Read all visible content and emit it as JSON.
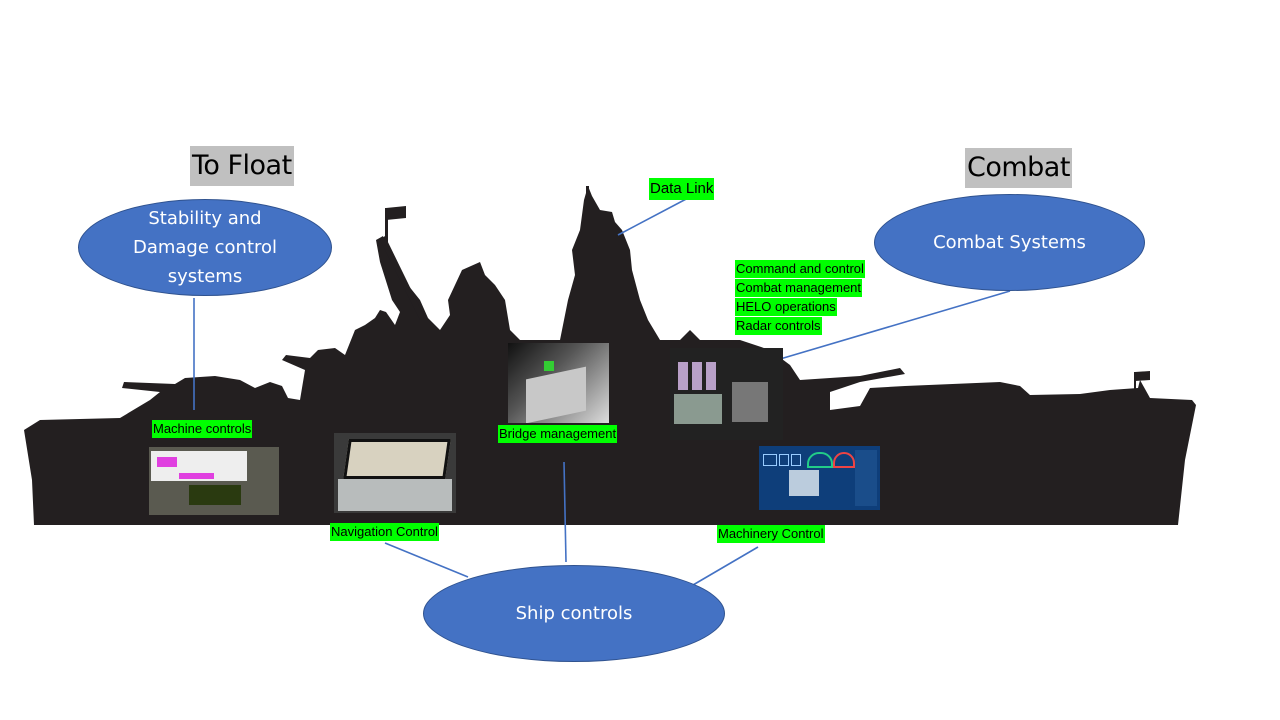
{
  "headings": {
    "to_float": "To Float",
    "combat": "Combat"
  },
  "ellipses": {
    "stability": [
      "Stability and",
      "Damage control",
      "systems"
    ],
    "combat_systems": "Combat Systems",
    "ship_controls": "Ship controls"
  },
  "labels": {
    "data_link": "Data Link",
    "machine_controls": "Machine controls",
    "navigation_control": "Navigation Control",
    "bridge_management": "Bridge management",
    "machinery_control": "Machinery Control",
    "combat_functions": [
      "Command  and control",
      "Combat management",
      "HELO operations",
      "Radar controls"
    ]
  },
  "colors": {
    "ellipse_fill": "#4472c4",
    "connector": "#4472c4",
    "label_highlight": "#00ff00",
    "heading_highlight": "#c0c0c0",
    "ship_silhouette": "#231f20"
  }
}
